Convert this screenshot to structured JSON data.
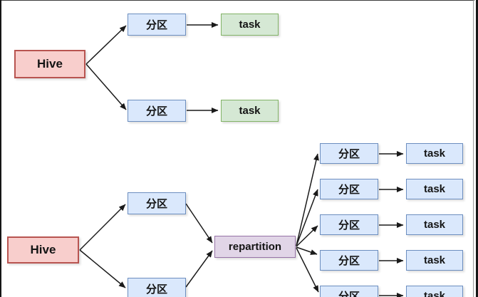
{
  "colors": {
    "hive_fill": "#f8cecc",
    "hive_border": "#b85450",
    "partition_fill": "#dae8fc",
    "partition_border": "#6c8ebf",
    "task_fill": "#d5e8d4",
    "task_border": "#82b366",
    "repartition_fill": "#e1d5e7",
    "repartition_border": "#9673a6",
    "arrow": "#1a1a1a",
    "background": "#ffffff"
  },
  "diagram_top": {
    "hive_label": "Hive",
    "partition1_label": "分区",
    "partition2_label": "分区",
    "task1_label": "task",
    "task2_label": "task"
  },
  "diagram_bottom": {
    "hive_label": "Hive",
    "partition1_label": "分区",
    "partition2_label": "分区",
    "repartition_label": "repartition",
    "rows": [
      {
        "partition": "分区",
        "task": "task"
      },
      {
        "partition": "分区",
        "task": "task"
      },
      {
        "partition": "分区",
        "task": "task"
      },
      {
        "partition": "分区",
        "task": "task"
      },
      {
        "partition": "分区",
        "task": "task"
      }
    ]
  }
}
